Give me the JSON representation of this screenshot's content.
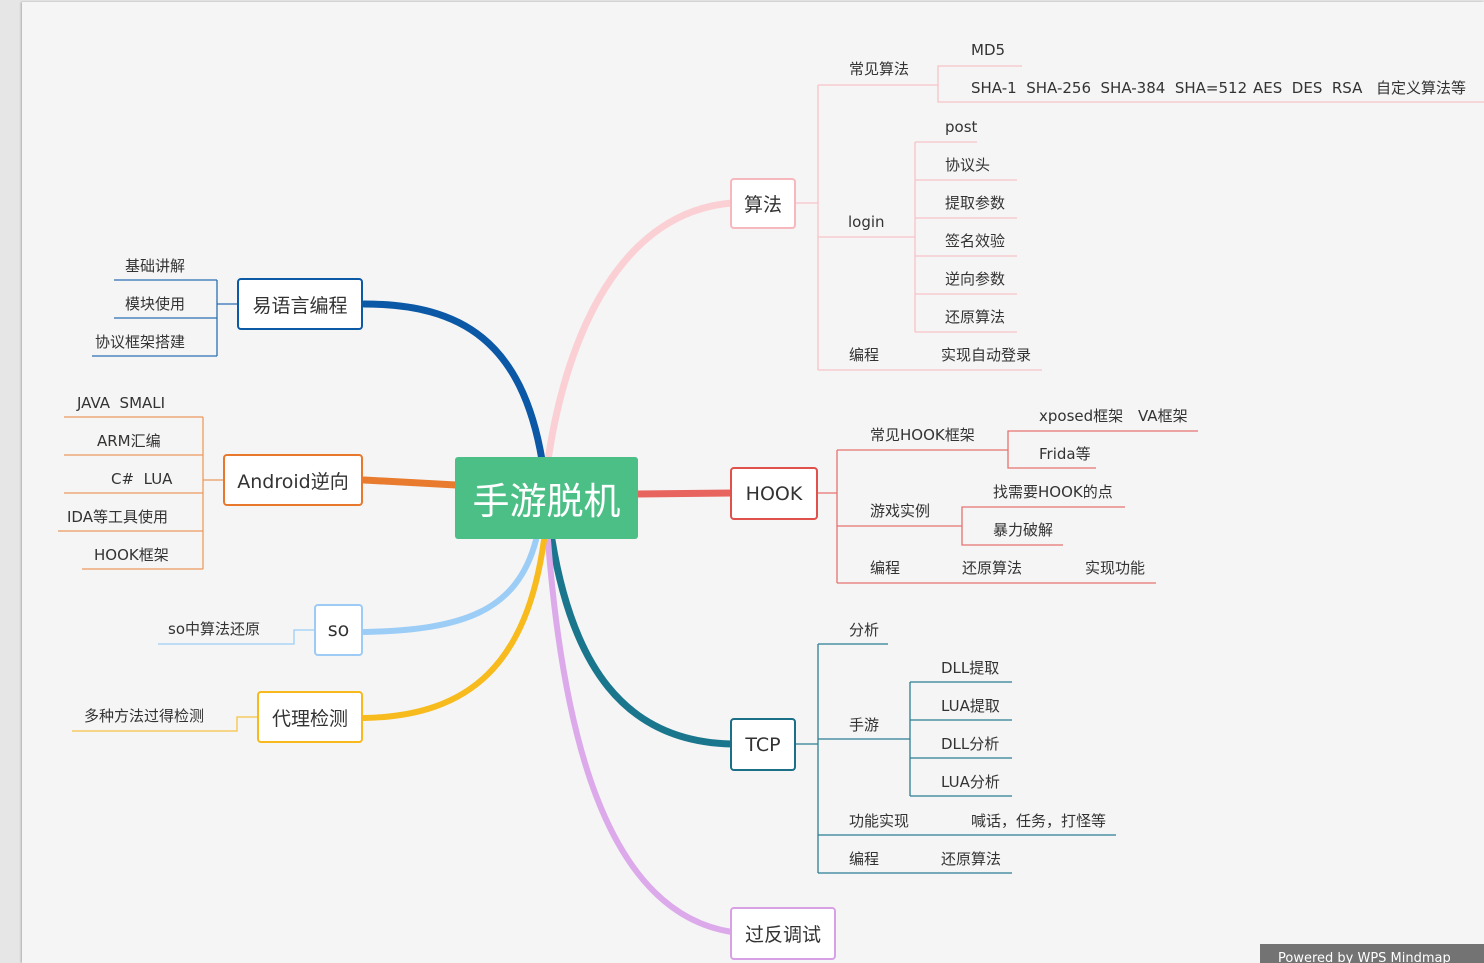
{
  "root": {
    "label": "手游脱机"
  },
  "branches": {
    "suanfa": {
      "label": "算法",
      "changjian_suanfa": "常见算法",
      "md5": "MD5",
      "sha": "SHA-1  SHA-256  SHA-384  SHA=512",
      "aes": "AES  DES  RSA",
      "custom": "自定义算法等",
      "login": "login",
      "post": "post",
      "xieyitou": "协议头",
      "tiqu_canshu": "提取参数",
      "qianming": "签名效验",
      "nixiang_canshu": "逆向参数",
      "huanyuan": "还原算法",
      "biancheng": "编程",
      "zidong_denglu": "实现自动登录"
    },
    "hook": {
      "label": "HOOK",
      "changjian_kuangjia": "常见HOOK框架",
      "xposed": "xposed框架",
      "va": "VA框架",
      "frida": "Frida等",
      "youxi_shili": "游戏实例",
      "zhao_dian": "找需要HOOK的点",
      "baoli": "暴力破解",
      "biancheng": "编程",
      "huanyuan": "还原算法",
      "shixian": "实现功能"
    },
    "tcp": {
      "label": "TCP",
      "fenxi": "分析",
      "shouyou": "手游",
      "dll_tiqu": "DLL提取",
      "lua_tiqu": "LUA提取",
      "dll_fenxi": "DLL分析",
      "lua_fenxi": "LUA分析",
      "gongneng": "功能实现",
      "hanhua": "喊话，任务，打怪等",
      "biancheng": "编程",
      "huanyuan": "还原算法"
    },
    "guofan": {
      "label": "过反调试"
    },
    "yiyuyan": {
      "label": "易语言编程",
      "jichu": "基础讲解",
      "mokuai": "模块使用",
      "xieyi_kuangjia": "协议框架搭建"
    },
    "android": {
      "label": "Android逆向",
      "java": "JAVA  SMALI",
      "arm": "ARM汇编",
      "csharp": "C#  LUA",
      "ida": "IDA等工具使用",
      "hook": "HOOK框架"
    },
    "so": {
      "label": "so",
      "item": "so中算法还原"
    },
    "daili": {
      "label": "代理检测",
      "item": "多种方法过得检测"
    }
  },
  "colors": {
    "root": "#4cbf86",
    "suanfa": "#f4b3b8",
    "hook": "#e0514c",
    "tcp": "#1b6f87",
    "guofan": "#d8a1e6",
    "yiyuyan": "#0c5aa6",
    "android": "#e8782c",
    "so": "#9ccbf5",
    "daili": "#f7b91b"
  },
  "footer": {
    "text": "Powered by WPS Mindmap"
  }
}
